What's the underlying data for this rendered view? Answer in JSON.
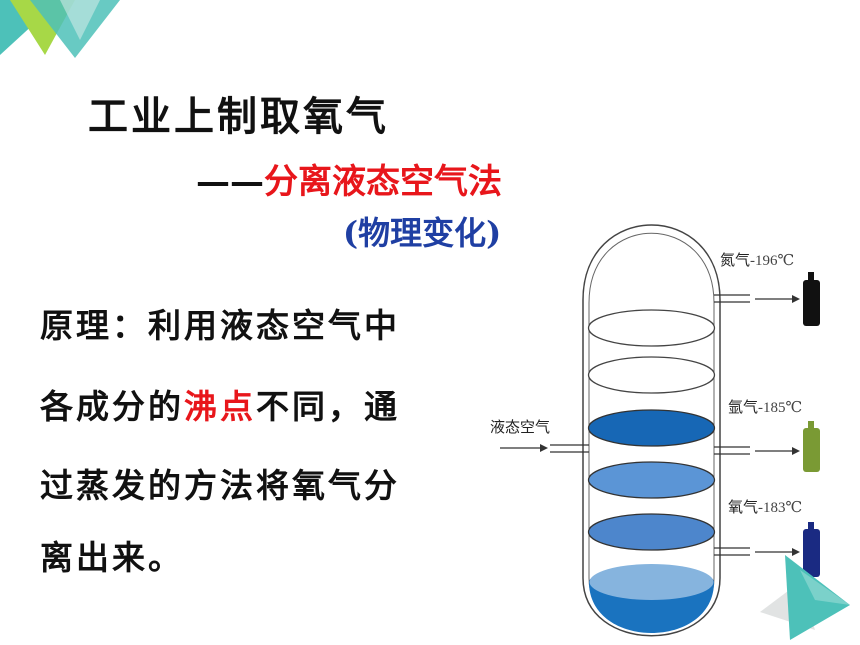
{
  "title": "工业上制取氧气",
  "method": {
    "dash": "——",
    "name": "分离液态空气法"
  },
  "change": "(物理变化)",
  "principle": {
    "line1": "原理：利用液态空气中",
    "line2_pre": "各成分的",
    "line2_highlight": "沸点",
    "line2_post": "不同，通",
    "line3": "过蒸发的方法将氧气分",
    "line4": "离出来。"
  },
  "diagram": {
    "input_label": "液态空气",
    "outputs": [
      {
        "gas": "氮气",
        "temp": "-196℃",
        "bottle_color": "#111111"
      },
      {
        "gas": "氩气",
        "temp": "-185℃",
        "bottle_color": "#7a9a34"
      },
      {
        "gas": "氧气",
        "temp": "-183℃",
        "bottle_color": "#1a2a82"
      }
    ]
  },
  "colors": {
    "accent_teal": "#4dc1b9",
    "accent_green": "#a7d847",
    "highlight_red": "#e8161b",
    "subtitle_blue": "#1f3fa3"
  }
}
